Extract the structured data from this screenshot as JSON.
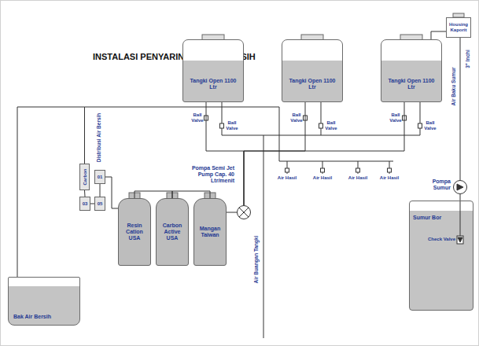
{
  "diagram": {
    "title": "INSTALASI PENYARINGAN AIR BERSIH",
    "nodes": [
      {
        "text": [
          "Tangki Open 1100 Ltr"
        ]
      },
      {
        "text": [
          "Tangki Open 1100 Ltr"
        ]
      },
      {
        "text": [
          "Tangki Open 1100 Ltr"
        ]
      },
      {
        "text": [
          "Housing Kaporit"
        ]
      },
      {
        "text": [
          "Pompa Sumur"
        ]
      },
      {
        "text": [
          "Sumur Bor"
        ]
      },
      {
        "text": [
          "Pompa Semi Jet Pump Cap. 40 Ltr/menit"
        ]
      },
      {
        "text": [
          "Carbon"
        ]
      },
      {
        "text": [
          "01"
        ]
      },
      {
        "text": [
          "03"
        ]
      },
      {
        "text": [
          "05"
        ]
      },
      {
        "text": [
          "Resin Cation USA"
        ]
      },
      {
        "text": [
          "Carbon Active USA"
        ]
      },
      {
        "text": [
          "Mangan Taiwan"
        ]
      },
      {
        "text": [
          "Bak Air Bersih"
        ]
      }
    ],
    "edges": [
      {
        "from": 5,
        "to": 4,
        "arrow": "none"
      },
      {
        "from": 4,
        "to": 3,
        "arrow": "none"
      },
      {
        "from": 3,
        "to": 2,
        "arrow": "none"
      },
      {
        "from": 0,
        "to": 6,
        "arrow": "none"
      },
      {
        "from": 1,
        "to": 6,
        "arrow": "none"
      },
      {
        "from": 2,
        "to": 6,
        "arrow": "none"
      },
      {
        "from": 6,
        "to": 13,
        "arrow": "none"
      },
      {
        "from": 13,
        "to": 12,
        "arrow": "none"
      },
      {
        "from": 12,
        "to": 11,
        "arrow": "none"
      },
      {
        "from": 11,
        "to": 8,
        "arrow": "none"
      },
      {
        "from": 7,
        "to": 14,
        "arrow": "none"
      },
      {
        "from": 8,
        "to": 10,
        "arrow": "none"
      },
      {
        "from": 10,
        "to": 9,
        "arrow": "none"
      },
      {
        "from": 9,
        "to": 7,
        "arrow": "none"
      }
    ],
    "labels": [
      "Ball Valve",
      "Ball Valve",
      "Ball Valve",
      "Ball Valve",
      "Ball Valve",
      "Ball Valve",
      "Air Baku Sumur",
      "3\" Inchi",
      "Check Valve",
      "Air Hasil",
      "Air Hasil",
      "Air Hasil",
      "Air Hasil",
      "Air Buangan Tangki",
      "Distribusi Air Bersih"
    ]
  }
}
